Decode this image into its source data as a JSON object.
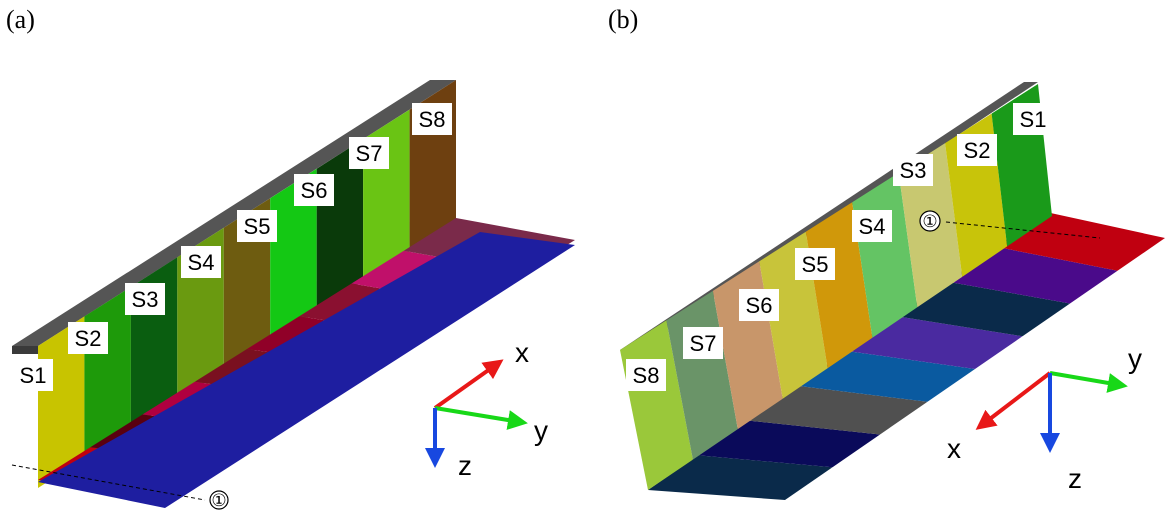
{
  "panels": [
    {
      "label": "(a)",
      "web_colors": [
        "#c8c400",
        "#1e9a0a",
        "#0a5e10",
        "#6a9a10",
        "#6e5c10",
        "#14c814",
        "#0a3a0a",
        "#6ac414",
        "#6e4010"
      ],
      "flange_colors": [
        "#c00010",
        "#5a0010",
        "#b00040",
        "#7a1020",
        "#900028",
        "#8a1030",
        "#c0106a",
        "#7a2a4a"
      ],
      "segments": [
        "S1",
        "S2",
        "S3",
        "S4",
        "S5",
        "S6",
        "S7",
        "S8"
      ],
      "marker": "①",
      "axes": {
        "x": "x",
        "y": "y",
        "z": "z"
      }
    },
    {
      "label": "(b)",
      "web_colors": [
        "#9ac83a",
        "#6a9468",
        "#c8966a",
        "#c8c43a",
        "#d0980a",
        "#64c464",
        "#c8c870",
        "#c8c40a",
        "#1a9a1a"
      ],
      "flange_colors": [
        "#0a2a4a",
        "#0a0a5a",
        "#505050",
        "#0a5aa0",
        "#4a2aa0",
        "#0a2a4a",
        "#4a0a8a",
        "#c00010"
      ],
      "segments": [
        "S8",
        "S7",
        "S6",
        "S5",
        "S4",
        "S3",
        "S2",
        "S1"
      ],
      "marker": "①",
      "axes": {
        "x": "x",
        "y": "y",
        "z": "z"
      }
    }
  ],
  "colors": {
    "x_axis": "#e81818",
    "y_axis": "#18d818",
    "z_axis": "#1848e0",
    "top_cap": "#555555"
  }
}
